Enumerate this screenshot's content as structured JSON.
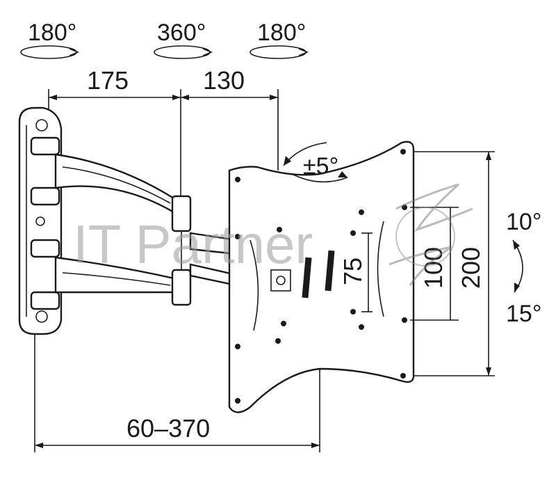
{
  "rotations": {
    "left": "180°",
    "middle": "360°",
    "right": "180°"
  },
  "dimensions": {
    "arm_first": "175",
    "arm_second": "130",
    "extension": "60–370",
    "vesa_small": "75",
    "vesa_medium": "100",
    "vesa_large": "200"
  },
  "angles": {
    "swivel": "±5°",
    "tilt_up": "10°",
    "tilt_down": "15°"
  },
  "watermark": {
    "text": "IT Partner"
  },
  "colors": {
    "ink": "#1a1a1a",
    "watermark": "#9a9a9a"
  }
}
